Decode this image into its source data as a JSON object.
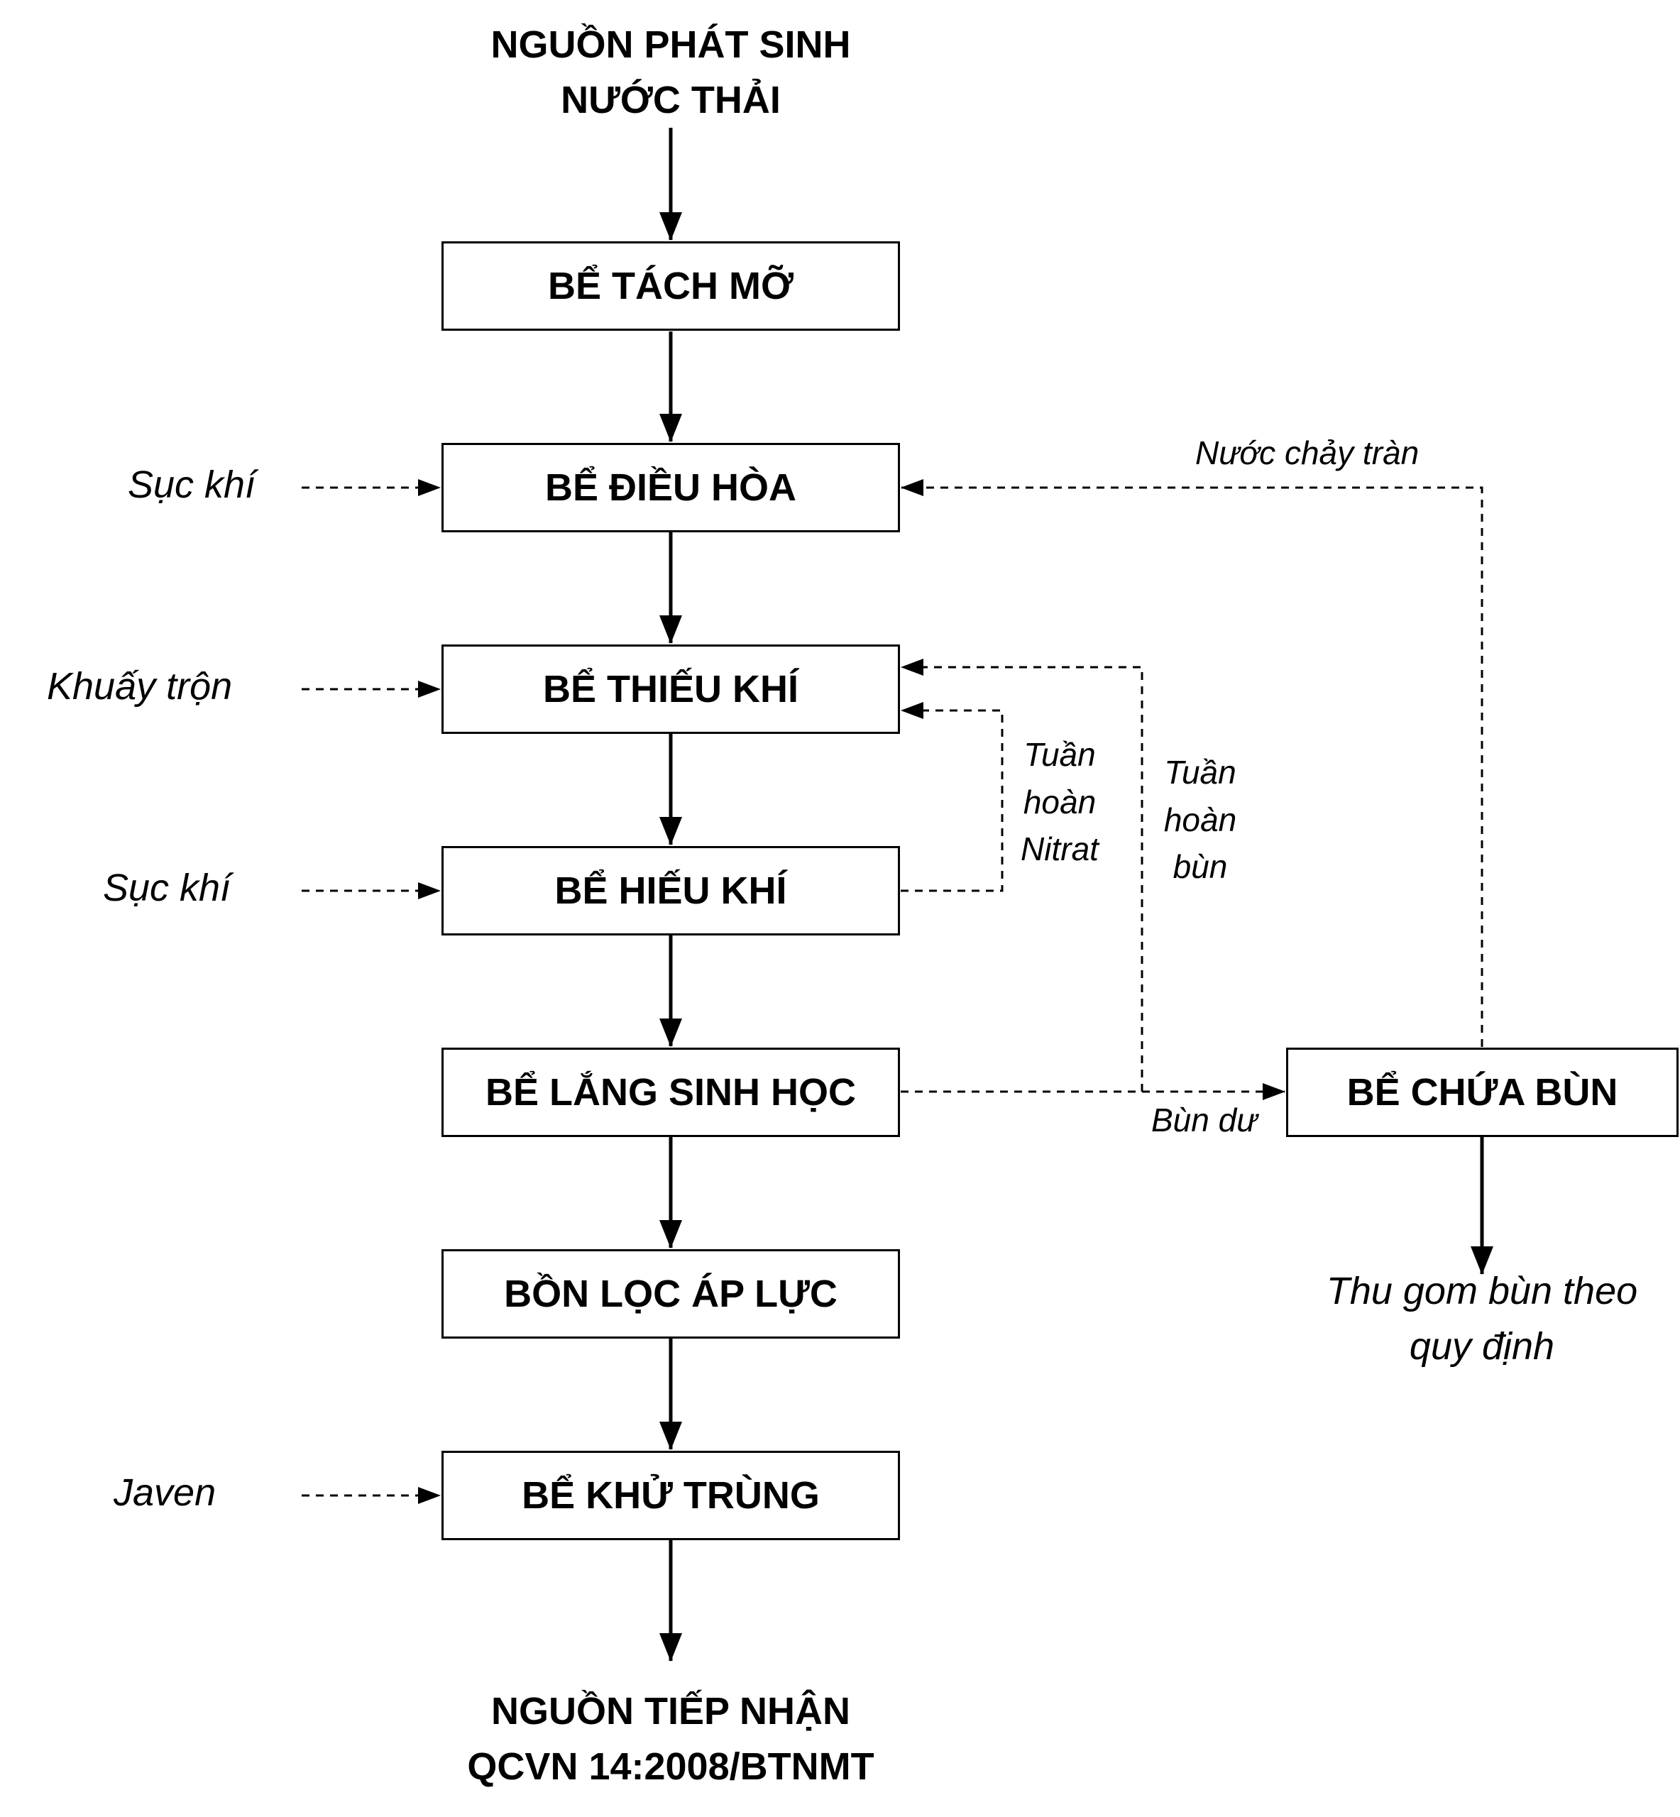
{
  "source": {
    "line1": "NGUỒN PHÁT SINH",
    "line2": "NƯỚC THẢI"
  },
  "receiver": {
    "line1": "NGUỒN TIẾP NHẬN",
    "line2": "QCVN 14:2008/BTNMT"
  },
  "boxes": {
    "grease_trap": "BỂ TÁCH MỠ",
    "equalization": "BỂ ĐIỀU HÒA",
    "anoxic": "BỂ THIẾU KHÍ",
    "aerobic": "BỂ HIẾU KHÍ",
    "settling": "BỂ LẮNG SINH HỌC",
    "pressure_filter": "BỒN LỌC ÁP LỰC",
    "disinfection": "BỂ KHỬ TRÙNG",
    "sludge_tank": "BỂ CHỨA BÙN"
  },
  "inputs": {
    "aeration_1": "Sục khí",
    "mixing": "Khuấy trộn",
    "aeration_2": "Sục khí",
    "javen": "Javen"
  },
  "flows": {
    "overflow": "Nước chảy tràn",
    "nitrate_recirc": {
      "line1": "Tuần",
      "line2": "hoàn",
      "line3": "Nitrat"
    },
    "sludge_recirc": {
      "line1": "Tuần",
      "line2": "hoàn",
      "line3": "bùn"
    },
    "excess_sludge": "Bùn dư",
    "sludge_disposal": {
      "line1": "Thu gom bùn theo",
      "line2": "quy định"
    }
  }
}
